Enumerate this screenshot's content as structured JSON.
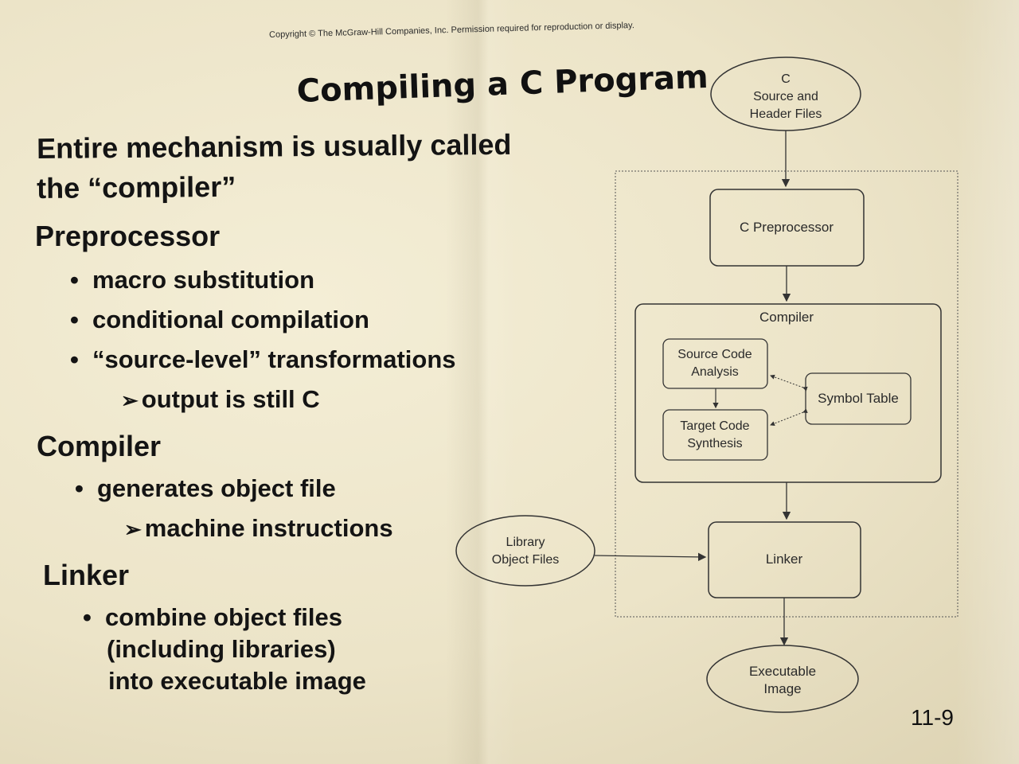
{
  "copyright": "Copyright © The McGraw-Hill Companies, Inc. Permission required for reproduction or display.",
  "title": "Compiling a C Program",
  "bullets": {
    "intro_line1": "Entire mechanism is usually called",
    "intro_line2": "the “compiler”",
    "preprocessor": {
      "heading": "Preprocessor",
      "items": [
        "macro substitution",
        "conditional compilation",
        "“source-level” transformations"
      ],
      "sub": "output is still C"
    },
    "compiler": {
      "heading": "Compiler",
      "items": [
        "generates object file"
      ],
      "sub": "machine instructions"
    },
    "linker": {
      "heading": "Linker",
      "item_lines": [
        "combine object files",
        "(including libraries)",
        "into executable image"
      ]
    },
    "bullet_glyph": "•",
    "sub_glyph": "➢"
  },
  "diagram": {
    "source_files": [
      "C",
      "Source and",
      "Header Files"
    ],
    "preprocessor_box": "C Preprocessor",
    "compiler_box": "Compiler",
    "source_analysis": [
      "Source Code",
      "Analysis"
    ],
    "target_synthesis": [
      "Target Code",
      "Synthesis"
    ],
    "symbol_table": "Symbol Table",
    "library_files": [
      "Library",
      "Object Files"
    ],
    "linker_box": "Linker",
    "executable": [
      "Executable",
      "Image"
    ]
  },
  "page_number": "11-9"
}
